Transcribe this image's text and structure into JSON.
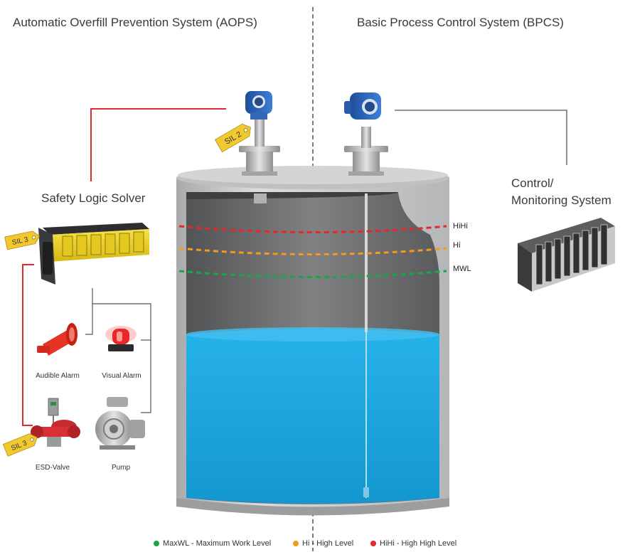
{
  "headings": {
    "left": "Automatic Overfill Prevention System (AOPS)",
    "right": "Basic Process Control System (BPCS)"
  },
  "labels": {
    "safety_logic_solver": "Safety Logic Solver",
    "control_monitoring_line1": "Control/",
    "control_monitoring_line2": "Monitoring System",
    "audible_alarm": "Audible Alarm",
    "visual_alarm": "Visual Alarm",
    "esd_valve": "ESD-Valve",
    "pump": "Pump"
  },
  "sil_tags": {
    "transmitter": "SIL 2",
    "logic_solver": "SIL 3",
    "esd_valve": "SIL 3"
  },
  "levels": [
    {
      "tag": "HiHi",
      "color": "#e8262b"
    },
    {
      "tag": "Hi",
      "color": "#f39a1e"
    },
    {
      "tag": "MWL",
      "color": "#19a64a"
    }
  ],
  "legend": [
    {
      "text": "MaxWL - Maximum Work Level",
      "color": "#19a64a"
    },
    {
      "text": "Hi - High Level",
      "color": "#f39a1e"
    },
    {
      "text": "HiHi - High High Level",
      "color": "#e8262b"
    }
  ],
  "colors": {
    "aops_line": "#e8262b",
    "bpcs_line": "#555555",
    "liquid": "#1aa3dc",
    "tank_wall": "#c9cacc",
    "tank_inner": "#6d6e70",
    "sil_tag": "#f2c82f"
  },
  "icons": {
    "transmitter": "radar-level-transmitter-icon",
    "logic_solver": "logic-solver-icon",
    "control_system": "control-system-icon",
    "audible_alarm": "horn-icon",
    "visual_alarm": "beacon-icon",
    "esd_valve": "valve-icon",
    "pump": "pump-icon"
  }
}
